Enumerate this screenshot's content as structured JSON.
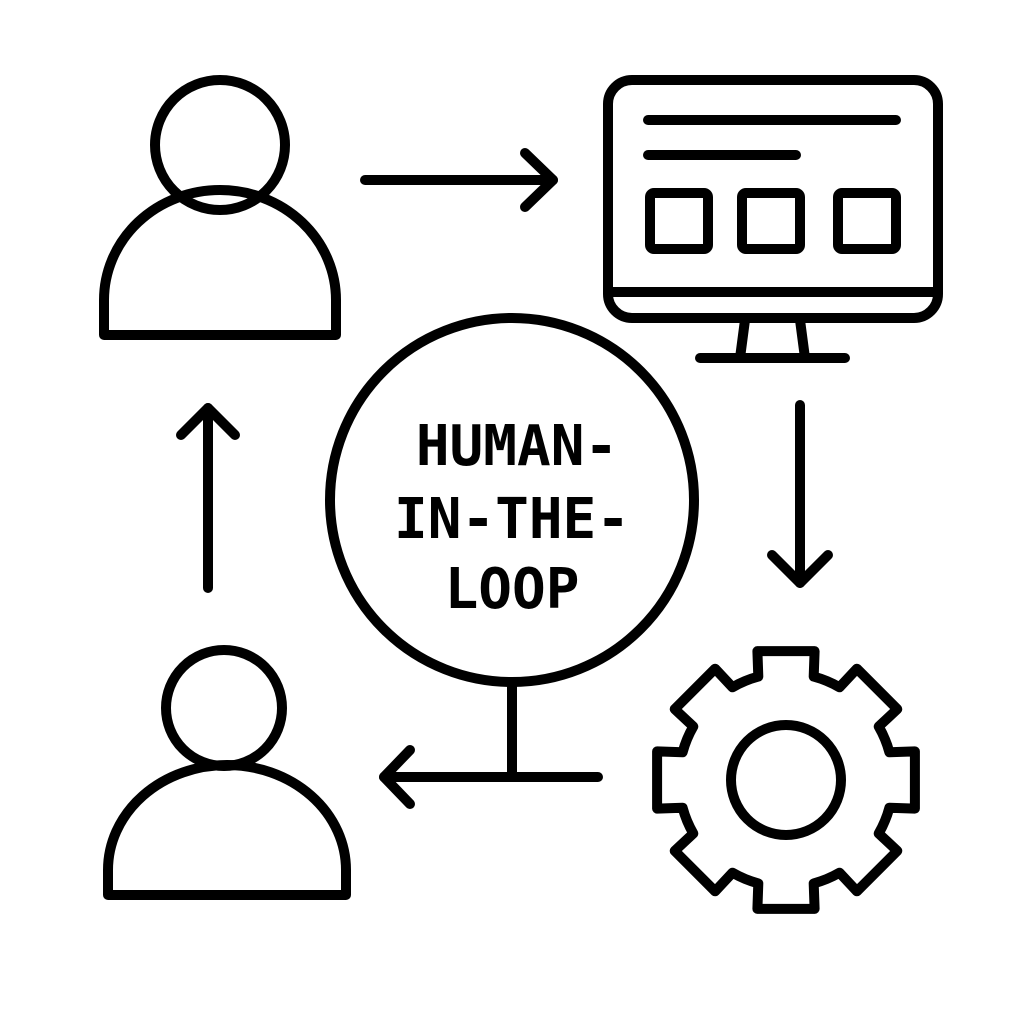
{
  "center": {
    "label_lines": [
      "HUMAN-",
      "IN-THE-",
      "LOOP"
    ]
  },
  "nodes": {
    "top_left": "person-icon",
    "top_right": "monitor-icon",
    "bottom_right": "gear-icon",
    "bottom_left": "person-icon"
  },
  "colors": {
    "stroke": "#000000",
    "background": "#ffffff"
  }
}
